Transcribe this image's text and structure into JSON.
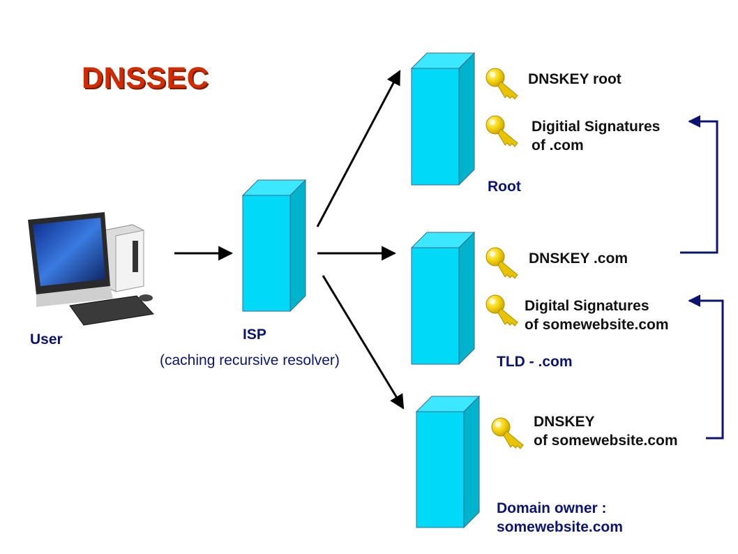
{
  "title": "DNSSEC",
  "user_label": "User",
  "isp": {
    "label": "ISP",
    "sublabel": "(caching recursive resolver)"
  },
  "servers": {
    "root": {
      "label": "Root",
      "key1": "DNSKEY root",
      "key2_line1": "Digitial Signatures",
      "key2_line2": "of .com"
    },
    "tld": {
      "label": "TLD - .com",
      "key1": "DNSKEY .com",
      "key2_line1": "Digital Signatures",
      "key2_line2": "of somewebsite.com"
    },
    "owner": {
      "label_line1": "Domain owner :",
      "label_line2": "somewebsite.com",
      "key1_line1": "DNSKEY",
      "key1_line2": "of somewebsite.com"
    }
  },
  "colors": {
    "title": "#d12b00",
    "server_face": "#00d9f7",
    "server_top": "#3ce8ff",
    "server_side": "#00b3cc",
    "label_navy": "#0b1472",
    "key_gold": "#f5d60f"
  },
  "icons": [
    "computer-icon",
    "key-icon",
    "arrow-icon",
    "server-icon"
  ]
}
